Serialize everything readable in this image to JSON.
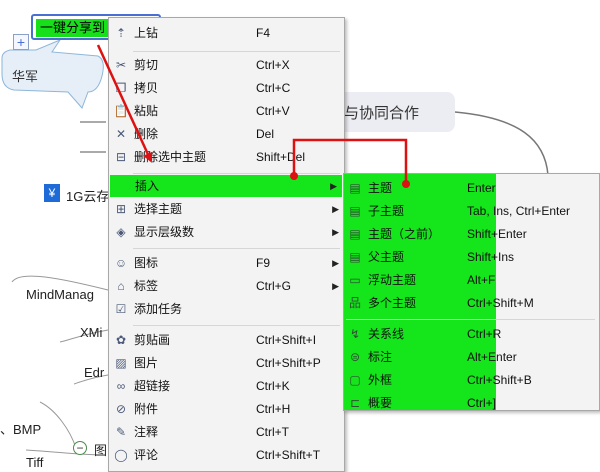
{
  "mindmap": {
    "root_topic": "一键分享到",
    "callout": "华军",
    "right_topic": "与协同合作",
    "cloud_badge": "¥",
    "cloud_topic": "1G云存",
    "left_subtopics": [
      "MindManag",
      "XMi",
      "Edr"
    ],
    "bmp_text": "、BMP",
    "tiff_text": "Tiff",
    "tu_text": "图"
  },
  "context_menu": {
    "items": [
      {
        "icon": "drill-up-icon",
        "glyph": "⇡",
        "label": "上钻",
        "key": "F4"
      },
      {
        "icon": "scissors-icon",
        "glyph": "✂",
        "label": "剪切",
        "key": "Ctrl+X"
      },
      {
        "icon": "copy-icon",
        "glyph": "❐",
        "label": "拷贝",
        "key": "Ctrl+C"
      },
      {
        "icon": "paste-icon",
        "glyph": "📋",
        "label": "粘贴",
        "key": "Ctrl+V"
      },
      {
        "icon": "delete-icon",
        "glyph": "✕",
        "label": "删除",
        "key": "Del"
      },
      {
        "icon": "delete-selected-icon",
        "glyph": "⊟",
        "label": "删除选中主题",
        "key": "Shift+Del"
      },
      {
        "icon": "",
        "glyph": "",
        "label": "插入",
        "key": "",
        "submenu": true,
        "highlighted": true
      },
      {
        "icon": "select-topic-icon",
        "glyph": "⊞",
        "label": "选择主题",
        "key": "",
        "submenu": true
      },
      {
        "icon": "layers-icon",
        "glyph": "◈",
        "label": "显示层级数",
        "key": "",
        "submenu": true
      },
      {
        "icon": "marker-icon",
        "glyph": "☺",
        "label": "图标",
        "key": "F9",
        "submenu": true
      },
      {
        "icon": "tag-icon",
        "glyph": "⌂",
        "label": "标签",
        "key": "Ctrl+G",
        "submenu": true
      },
      {
        "icon": "task-icon",
        "glyph": "☑",
        "label": "添加任务",
        "key": ""
      },
      {
        "icon": "clipart-icon",
        "glyph": "✿",
        "label": "剪贴画",
        "key": "Ctrl+Shift+I"
      },
      {
        "icon": "image-icon",
        "glyph": "▨",
        "label": "图片",
        "key": "Ctrl+Shift+P"
      },
      {
        "icon": "hyperlink-icon",
        "glyph": "∞",
        "label": "超链接",
        "key": "Ctrl+K"
      },
      {
        "icon": "attachment-icon",
        "glyph": "⊘",
        "label": "附件",
        "key": "Ctrl+H"
      },
      {
        "icon": "note-icon",
        "glyph": "✎",
        "label": "注释",
        "key": "Ctrl+T"
      },
      {
        "icon": "comment-icon",
        "glyph": "◯",
        "label": "评论",
        "key": "Ctrl+Shift+T"
      }
    ]
  },
  "insert_submenu": {
    "items": [
      {
        "icon": "topic-icon",
        "glyph": "▤",
        "label": "主题",
        "key": "Enter"
      },
      {
        "icon": "subtopic-icon",
        "glyph": "▤",
        "label": "子主题",
        "key": "Tab, Ins, Ctrl+Enter"
      },
      {
        "icon": "topic-before-icon",
        "glyph": "▤",
        "label": "主题（之前）",
        "key": "Shift+Enter"
      },
      {
        "icon": "parent-topic-icon",
        "glyph": "▤",
        "label": "父主题",
        "key": "Shift+Ins"
      },
      {
        "icon": "floating-topic-icon",
        "glyph": "▭",
        "label": "浮动主题",
        "key": "Alt+F"
      },
      {
        "icon": "multiple-topics-icon",
        "glyph": "品",
        "label": "多个主题",
        "key": "Ctrl+Shift+M"
      },
      {
        "icon": "relationship-icon",
        "glyph": "↯",
        "label": "关系线",
        "key": "Ctrl+R"
      },
      {
        "icon": "callout-icon",
        "glyph": "⊜",
        "label": "标注",
        "key": "Alt+Enter"
      },
      {
        "icon": "boundary-icon",
        "glyph": "▢",
        "label": "外框",
        "key": "Ctrl+Shift+B"
      },
      {
        "icon": "summary-icon",
        "glyph": "⊏",
        "label": "概要",
        "key": "Ctrl+]"
      }
    ]
  },
  "colors": {
    "highlight": "#15e61b",
    "annotation_red": "#dd1111",
    "selection_border": "#4a6fd4"
  }
}
